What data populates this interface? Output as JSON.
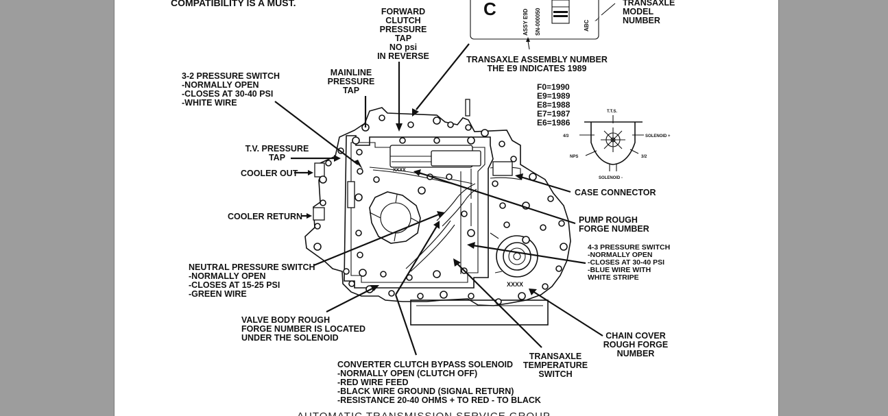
{
  "header_fragment": "COMPATIBILITY IS A MUST.",
  "footer_fragment": "AUTOMATIC TRANSMISSION SERVICE GROUP",
  "tag": {
    "big_letter": "C",
    "assy_text": "ASSY E9D",
    "sn_text": "SN-000050",
    "abc_text": "ABC"
  },
  "labels": {
    "forward_clutch": [
      "FORWARD",
      "CLUTCH",
      "PRESSURE",
      "TAP",
      "NO psi",
      "IN REVERSE"
    ],
    "transaxle_model": [
      "TRANSAXLE",
      "MODEL",
      "NUMBER"
    ],
    "assembly_number": [
      "TRANSAXLE ASSEMBLY NUMBER",
      "THE E9 INDICATES 1989"
    ],
    "mainline": [
      "MAINLINE",
      "PRESSURE",
      "TAP"
    ],
    "switch_32": [
      "3-2 PRESSURE SWITCH",
      "-NORMALLY OPEN",
      "-CLOSES AT 30-40 PSI",
      "-WHITE WIRE"
    ],
    "tv_pressure": [
      "T.V. PRESSURE",
      "TAP"
    ],
    "cooler_out": "COOLER OUT",
    "cooler_return": "COOLER RETURN",
    "case_connector": "CASE CONNECTOR",
    "pump_rough": [
      "PUMP ROUGH",
      "FORGE NUMBER"
    ],
    "switch_43": [
      "4-3 PRESSURE SWITCH",
      "-NORMALLY OPEN",
      "-CLOSES AT 30-40 PSI",
      "-BLUE WIRE WITH",
      "WHITE STRIPE"
    ],
    "neutral_switch": [
      "NEUTRAL PRESSURE SWITCH",
      "-NORMALLY OPEN",
      "-CLOSES AT 15-25 PSI",
      "-GREEN WIRE"
    ],
    "valve_body": [
      "VALVE BODY ROUGH",
      "FORGE NUMBER IS LOCATED",
      "UNDER THE SOLENOID"
    ],
    "converter_clutch": [
      "CONVERTER CLUTCH BYPASS SOLENOID",
      "-NORMALLY OPEN (CLUTCH OFF)",
      "-RED WIRE FEED",
      "-BLACK WIRE GROUND (SIGNAL RETURN)",
      "-RESISTANCE 20-40 OHMS + TO RED - TO BLACK"
    ],
    "temp_switch": [
      "TRANSAXLE",
      "TEMPERATURE",
      "SWITCH"
    ],
    "chain_cover": [
      "CHAIN COVER",
      "ROUGH FORGE",
      "NUMBER"
    ],
    "year_codes": [
      "F0=1990",
      "E9=1989",
      "E8=1988",
      "E7=1987",
      "E6=1986"
    ],
    "xxxx_left": "XXXX",
    "xxxx_right": "XXXX"
  },
  "connector": {
    "tts": "T.T.S.",
    "left": "4/3",
    "right": "SOLENOID +",
    "npw": "NPS",
    "lower_right": "3/2",
    "bottom": "SOLENOID -"
  }
}
